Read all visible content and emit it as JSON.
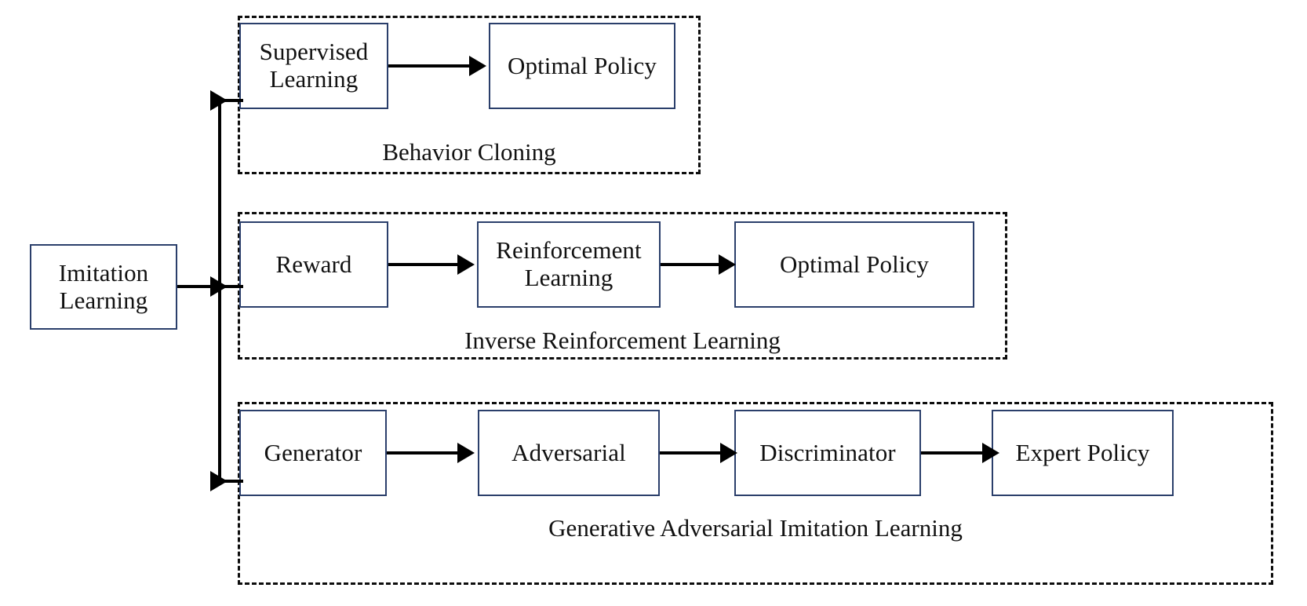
{
  "diagram": {
    "title": "Imitation Learning taxonomy flow diagram",
    "root": {
      "label": "Imitation\nLearning",
      "line1": "Imitation",
      "line2": "Learning"
    },
    "branches": [
      {
        "id": "behavior-cloning",
        "caption": "Behavior Cloning",
        "nodes": [
          {
            "id": "supervised-learning",
            "line1": "Supervised",
            "line2": "Learning"
          },
          {
            "id": "optimal-policy-bc",
            "line1": "Optimal Policy",
            "line2": ""
          }
        ],
        "arrows": 1
      },
      {
        "id": "inverse-reinforcement-learning",
        "caption": "Inverse Reinforcement Learning",
        "nodes": [
          {
            "id": "reward",
            "line1": "Reward",
            "line2": ""
          },
          {
            "id": "reinforcement-learning",
            "line1": "Reinforcement",
            "line2": "Learning"
          },
          {
            "id": "optimal-policy-irl",
            "line1": "Optimal Policy",
            "line2": ""
          }
        ],
        "arrows": 2
      },
      {
        "id": "generative-adversarial-imitation-learning",
        "caption": "Generative Adversarial Imitation Learning",
        "nodes": [
          {
            "id": "generator",
            "line1": "Generator",
            "line2": ""
          },
          {
            "id": "adversarial",
            "line1": "Adversarial",
            "line2": ""
          },
          {
            "id": "discriminator",
            "line1": "Discriminator",
            "line2": ""
          },
          {
            "id": "expert-policy",
            "line1": "Expert Policy",
            "line2": ""
          }
        ],
        "arrows": 3
      }
    ],
    "colors": {
      "node_border": "#2b3f6b",
      "group_border": "#0d0d0d",
      "connector": "#000000",
      "text": "#111111",
      "background": "#ffffff"
    }
  }
}
